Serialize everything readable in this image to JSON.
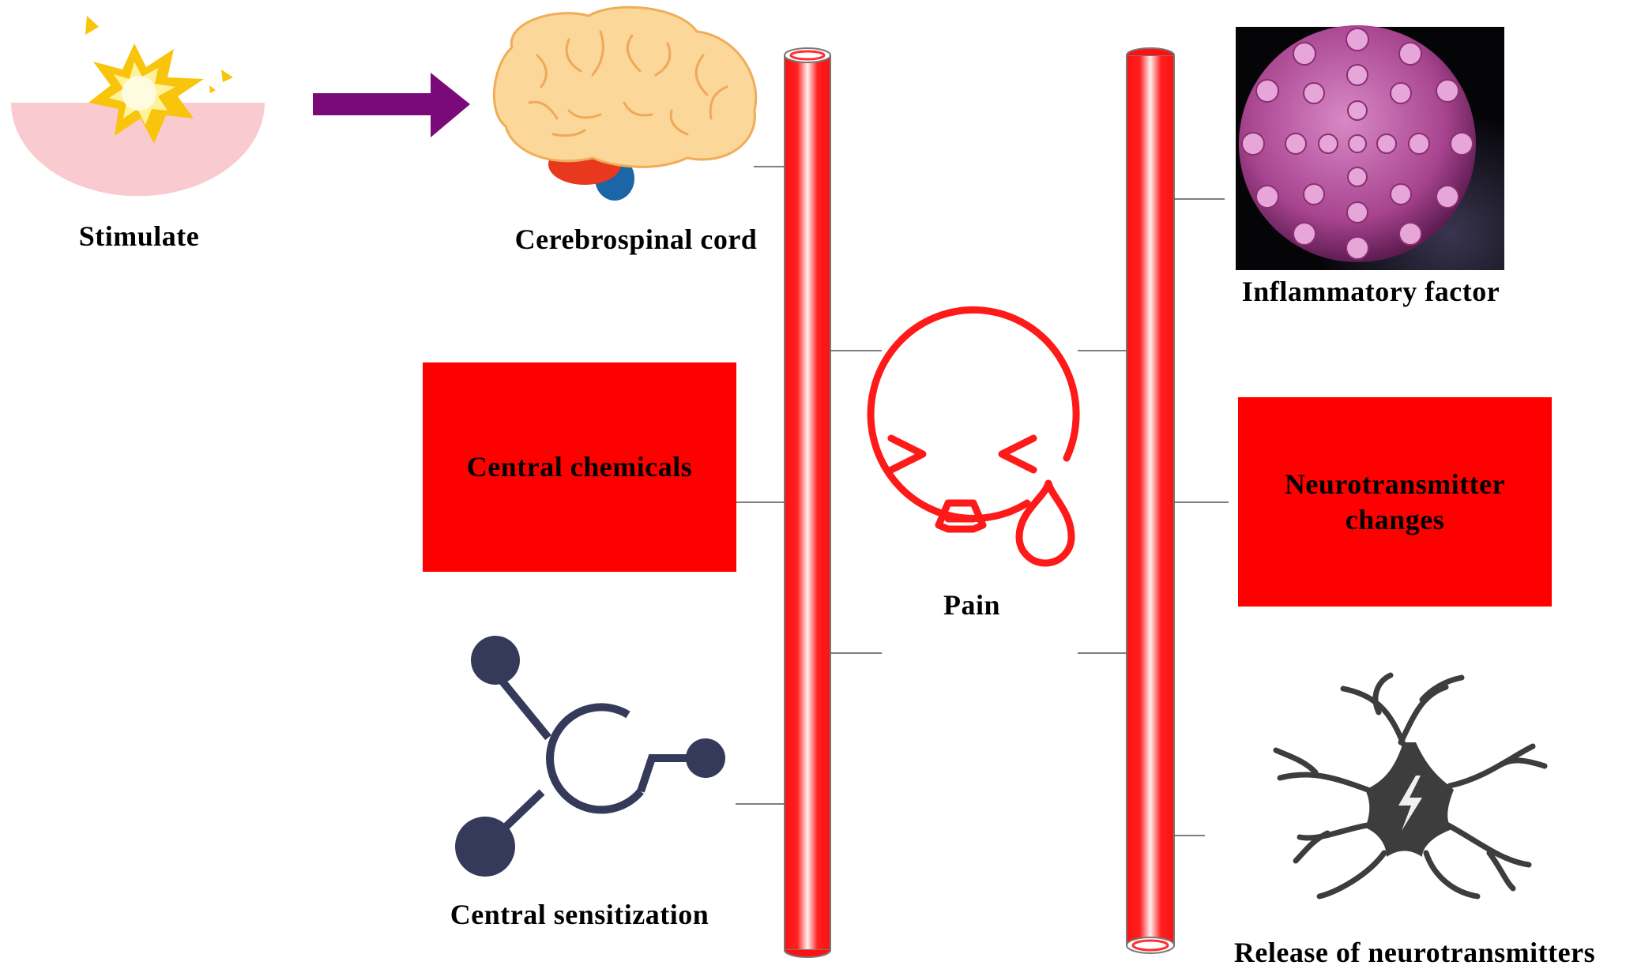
{
  "labels": {
    "stimulate": "Stimulate",
    "cerebrospinal_cord": "Cerebrospinal cord",
    "central_chemicals": "Central chemicals",
    "central_sensitization": "Central sensitization",
    "pain": "Pain",
    "inflammatory_factor": "Inflammatory factor",
    "neurotransmitter_changes_line1": "Neurotransmitter",
    "neurotransmitter_changes_line2": "changes",
    "release_of_neurotransmitters": "Release of neurotransmitters"
  },
  "icons": {
    "stimulate": "explosion-icon",
    "arrow": "right-arrow-icon",
    "brain": "brain-icon",
    "pain": "crying-face-icon",
    "sensitization": "molecule-icon",
    "inflammatory": "virus-icon",
    "neuron": "neuron-icon"
  },
  "colors": {
    "tube_red": "#ff0000",
    "box_red": "#ff0000",
    "arrow_purple": "#7a0a7a",
    "molecule_navy": "#353a5a",
    "neuron_gray": "#3d3d3d",
    "virus_pink": "#b45aa0"
  }
}
